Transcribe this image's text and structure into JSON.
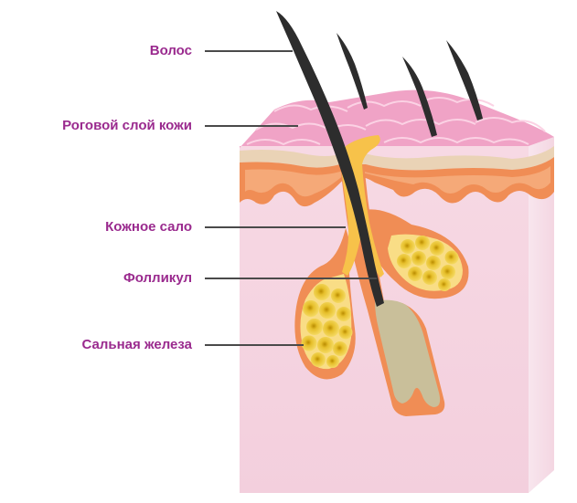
{
  "labels": {
    "hair": "Волос",
    "stratum_corneum": "Роговой слой кожи",
    "sebum": "Кожное сало",
    "follicle": "Фолликул",
    "sebaceous_gland": "Сальная железа"
  },
  "colors": {
    "label_text": "#9a2a8e",
    "leader_line": "#4a4a4a",
    "skin_front": "#f6dbe6",
    "skin_top": "#f0a3c6",
    "epidermis": "#f08d55",
    "sebum": "#f7c24a",
    "hair": "#2d2d2d",
    "gland_cell": "#e6bf2b"
  },
  "icons": [
    "skin-block",
    "hair-shaft",
    "sebaceous-gland",
    "follicle-bulb"
  ]
}
